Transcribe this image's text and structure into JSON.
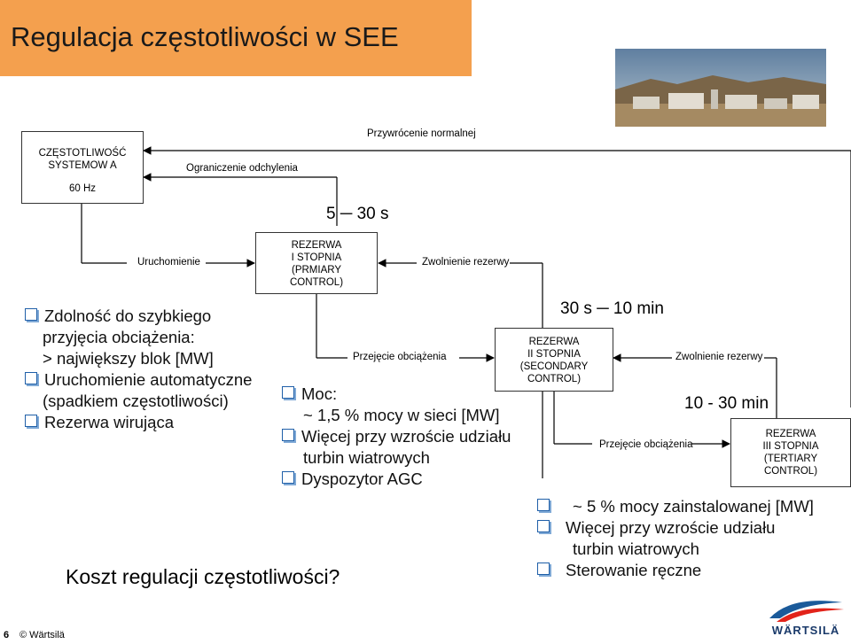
{
  "title": "Regulacja częstotliwości w SEE",
  "photo": {
    "icon": "power-plant-photo"
  },
  "frequency_box": {
    "line1": "CZĘSTOTLIWOŚĆ",
    "line2": "SYSTEMOW A",
    "value": "60 Hz"
  },
  "labels": {
    "restore": "Przywrócenie normalnej",
    "limit": "Ograniczenie odchylenia",
    "startup": "Uruchomienie",
    "release1": "Zwolnienie rezerwy",
    "take1": "Przejęcie obciążenia",
    "release2": "Zwolnienie rezerwy",
    "take2": "Przejęcie obciążenia"
  },
  "times": {
    "t1": "5 ─ 30 s",
    "t2": "30 s ─ 10 min",
    "t3": "10 - 30 min"
  },
  "reserves": {
    "primary": [
      "REZERWA",
      "I STOPNIA",
      "(PRMIARY",
      "CONTROL)"
    ],
    "secondary": [
      "REZERWA",
      "II STOPNIA",
      "(SECONDARY",
      "CONTROL)"
    ],
    "tertiary": [
      "REZERWA",
      "III STOPNIA",
      "(TERTIARY",
      "CONTROL)"
    ]
  },
  "left_bullets": [
    {
      "bullet": true,
      "text": "Zdolność do szybkiego"
    },
    {
      "bullet": false,
      "text": "przyjęcia obciążenia:"
    },
    {
      "bullet": false,
      "text": "> największy blok [MW]"
    },
    {
      "bullet": true,
      "text": "Uruchomienie automatyczne"
    },
    {
      "bullet": false,
      "text": "(spadkiem częstotliwości)"
    },
    {
      "bullet": true,
      "text": "Rezerwa wirująca"
    }
  ],
  "mid_bullets": [
    {
      "bullet": true,
      "text": "Moc:"
    },
    {
      "bullet": false,
      "text": "~ 1,5 % mocy w sieci [MW]"
    },
    {
      "bullet": true,
      "text": "Więcej przy wzroście udziału"
    },
    {
      "bullet": false,
      "text": "turbin wiatrowych"
    },
    {
      "bullet": true,
      "text": "Dyspozytor AGC"
    }
  ],
  "right_bullets": [
    {
      "bullet": true,
      "text": "~ 5 % mocy zainstalowanej [MW]"
    },
    {
      "bullet": true,
      "text": "Więcej przy wzroście udziału"
    },
    {
      "bullet": false,
      "text": "turbin wiatrowych"
    },
    {
      "bullet": true,
      "text": "Sterowanie ręczne"
    }
  ],
  "question": "Koszt regulacji częstotliwości?",
  "footer": {
    "page": "6",
    "copyright": "© Wärtsilä"
  },
  "logo": {
    "text": "WÄRTSILÄ"
  }
}
